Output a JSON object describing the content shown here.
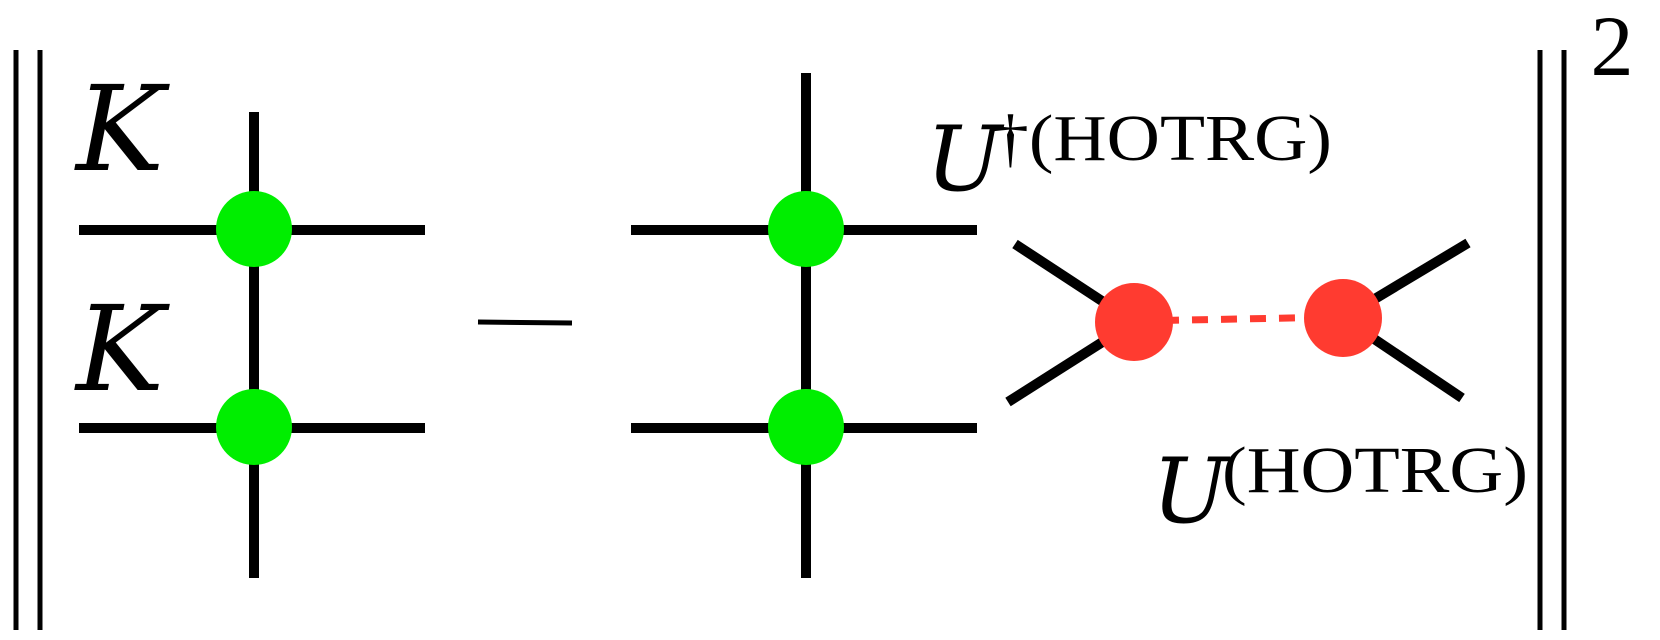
{
  "labels": {
    "k_top": "K",
    "k_bottom": "K",
    "minus": "−",
    "norm_exponent": "2",
    "u_dagger_symbol": "U",
    "u_dagger_superscript": "†(HOTRG)",
    "u_symbol": "U",
    "u_superscript": "(HOTRG)"
  },
  "colors": {
    "line": "#000000",
    "tensor_k": "#00ee00",
    "tensor_u": "#ff3b30",
    "dashed_bond": "#ff3b30",
    "background": "#ffffff"
  }
}
